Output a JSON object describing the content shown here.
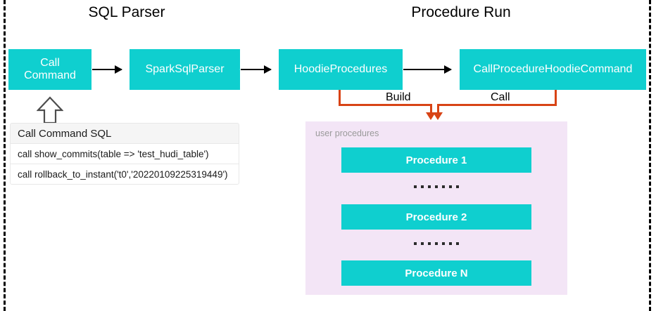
{
  "diagram": {
    "sections": [
      {
        "id": "sql-parser",
        "title": "SQL Parser"
      },
      {
        "id": "procedure-run",
        "title": "Procedure Run"
      }
    ],
    "nodes": [
      {
        "id": "call-command",
        "label": "Call\nCommand"
      },
      {
        "id": "spark-sql-parser",
        "label": "SparkSqlParser"
      },
      {
        "id": "hoodie-procedures",
        "label": "HoodieProcedures"
      },
      {
        "id": "call-procedure-hoodie-cmd",
        "label": "CallProcedureHoodieCommand"
      }
    ],
    "node_labels": {
      "call_command_line1": "Call",
      "call_command_line2": "Command",
      "spark_sql_parser": "SparkSqlParser",
      "hoodie_procedures": "HoodieProcedures",
      "call_procedure_hoodie_command": "CallProcedureHoodieCommand"
    },
    "edge_labels": {
      "build": "Build",
      "call": "Call"
    },
    "sql_table": {
      "header": "Call Command SQL",
      "rows": [
        "call show_commits(table => 'test_hudi_table')",
        "call rollback_to_instant('t0','20220109225319449')"
      ]
    },
    "user_procedures": {
      "label": "user procedures",
      "items": [
        {
          "label": "Procedure 1"
        },
        {
          "label": "Procedure 2"
        },
        {
          "label": "Procedure N"
        }
      ],
      "ellipsis": "......."
    },
    "colors": {
      "node_fill": "#0FCFCF",
      "panel_fill": "#F3E5F6",
      "connector": "#D84315",
      "divider": "#000000",
      "table_header": "#F5F5F5"
    }
  }
}
